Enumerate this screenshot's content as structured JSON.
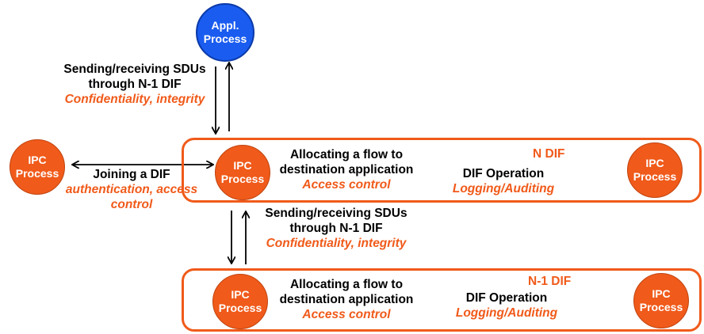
{
  "nodes": {
    "app": [
      "Appl.",
      "Process"
    ],
    "ipc": [
      "IPC",
      "Process"
    ]
  },
  "top_link": {
    "line1": "Sending/receiving SDUs",
    "line2": "through N-1 DIF",
    "line3": "Confidentiality, integrity"
  },
  "join": {
    "line1": "Joining a DIF",
    "line2": "authentication, access",
    "line3": "control"
  },
  "n_dif": {
    "name": "N DIF",
    "alloc1": "Allocating a flow to",
    "alloc2": "destination application",
    "alloc3": "Access control",
    "op1": "DIF Operation",
    "op2": "Logging/Auditing"
  },
  "mid_link": {
    "line1": "Sending/receiving SDUs",
    "line2": "through N-1 DIF",
    "line3": "Confidentiality, integrity"
  },
  "n1_dif": {
    "name": "N-1 DIF",
    "alloc1": "Allocating a flow to",
    "alloc2": "destination application",
    "alloc3": "Access control",
    "op1": "DIF Operation",
    "op2": "Logging/Auditing"
  },
  "colors": {
    "ipc": "#f05a1a",
    "app": "#1a5cf0",
    "accent_text": "#f05a1a"
  }
}
